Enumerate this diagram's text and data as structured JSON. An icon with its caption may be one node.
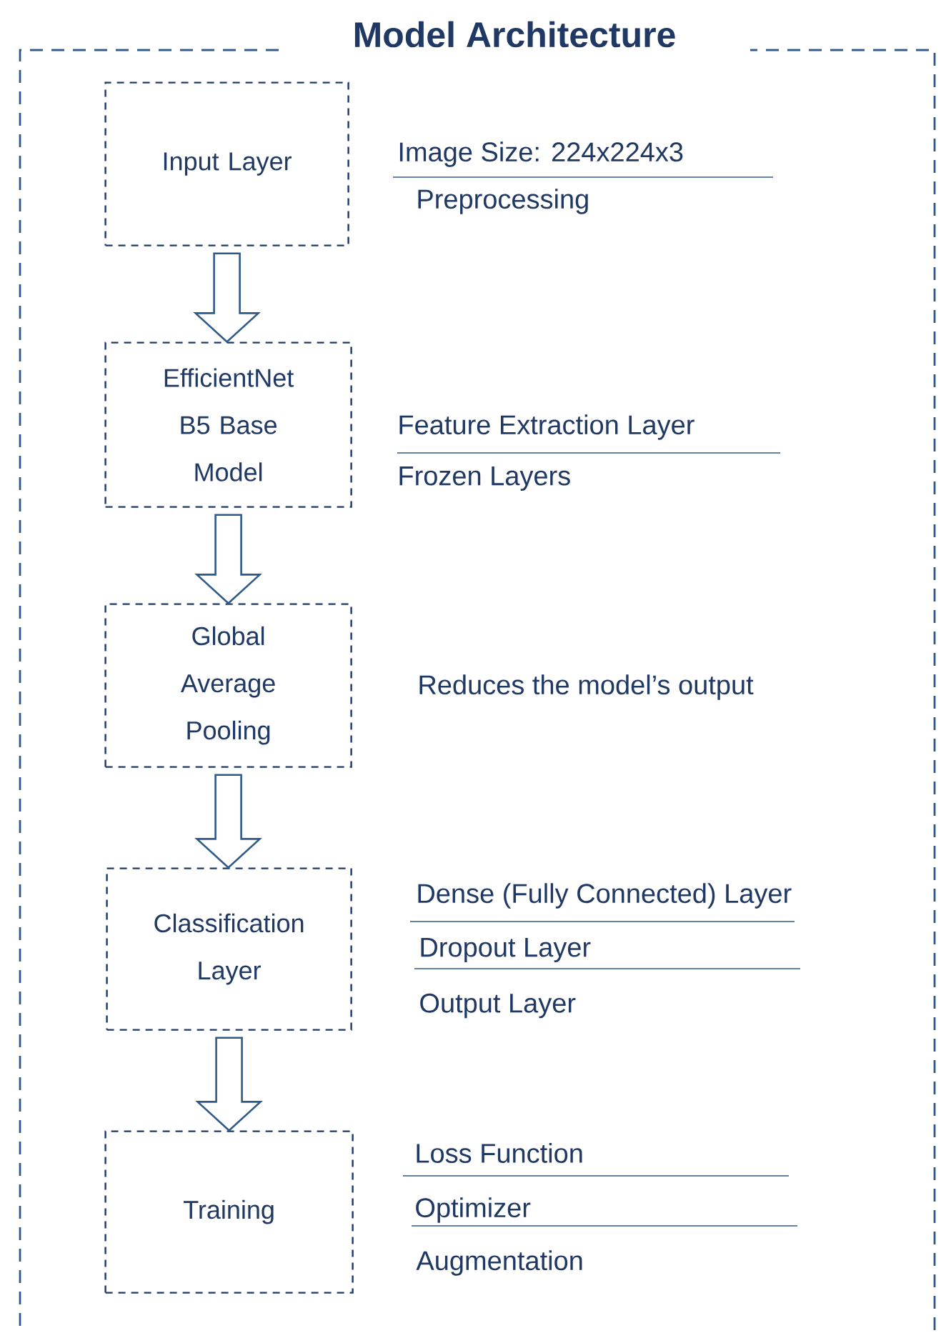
{
  "diagram": {
    "nodes": [
      {
        "text": [
          "Model Architecture"
        ]
      },
      {
        "text": [
          "Input Layer"
        ],
        "in": 0,
        "beside": [
          "Image Size: 224x224x3",
          "Preprocessing"
        ]
      },
      {
        "text": [
          "EfficientNet B5 Base Model"
        ],
        "in": 0,
        "beside": [
          "Feature Extraction Layer",
          "Frozen Layers"
        ]
      },
      {
        "text": [
          "Global Average Pooling"
        ],
        "in": 0,
        "beside": [
          "Reduces the model’s output"
        ]
      },
      {
        "text": [
          "Classification Layer"
        ],
        "in": 0,
        "beside": [
          "Dense (Fully Connected) Layer",
          "Dropout Layer",
          "Output Layer"
        ]
      },
      {
        "text": [
          "Training"
        ],
        "in": 0,
        "beside": [
          "Loss Function",
          "Optimizer",
          "Augmentation"
        ]
      }
    ],
    "edges": [
      {
        "from": 1,
        "to": 2,
        "arrow": "to"
      },
      {
        "from": 2,
        "to": 3,
        "arrow": "to"
      },
      {
        "from": 3,
        "to": 4,
        "arrow": "to"
      },
      {
        "from": 4,
        "to": 5,
        "arrow": "to"
      }
    ]
  }
}
